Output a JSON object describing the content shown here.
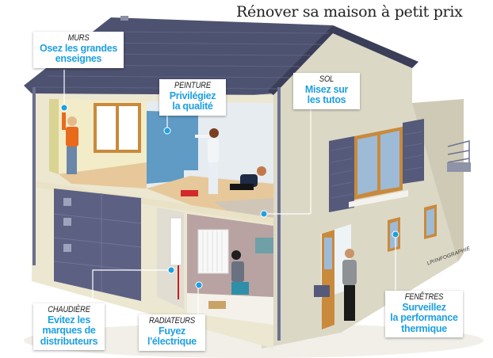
{
  "title": "Rénover sa maison à petit prix",
  "credit": "LP/INFOGRAPHIE",
  "colors": {
    "accent_blue": "#1fa0e0",
    "roof": "#4d5270",
    "wall": "#dcd8c6",
    "wood": "#c98a3c",
    "garage": "#5c6183",
    "paint_blue": "#5f9bc4"
  },
  "callouts": [
    {
      "id": "murs",
      "category": "MURS",
      "tip_lines": [
        "Osez les grandes",
        "enseignes"
      ]
    },
    {
      "id": "peinture",
      "category": "PEINTURE",
      "tip_lines": [
        "Privilégiez",
        "la qualité"
      ]
    },
    {
      "id": "sol",
      "category": "SOL",
      "tip_lines": [
        "Misez sur",
        "les tutos"
      ]
    },
    {
      "id": "chaudiere",
      "category": "CHAUDIÈRE",
      "tip_lines": [
        "Evitez les",
        "marques de",
        "distributeurs"
      ]
    },
    {
      "id": "radiateurs",
      "category": "RADIATEURS",
      "tip_lines": [
        "Fuyez",
        "l'électrique"
      ]
    },
    {
      "id": "fenetres",
      "category": "FENÊTRES",
      "tip_lines": [
        "Surveillez",
        "la performance",
        "thermique"
      ]
    }
  ]
}
